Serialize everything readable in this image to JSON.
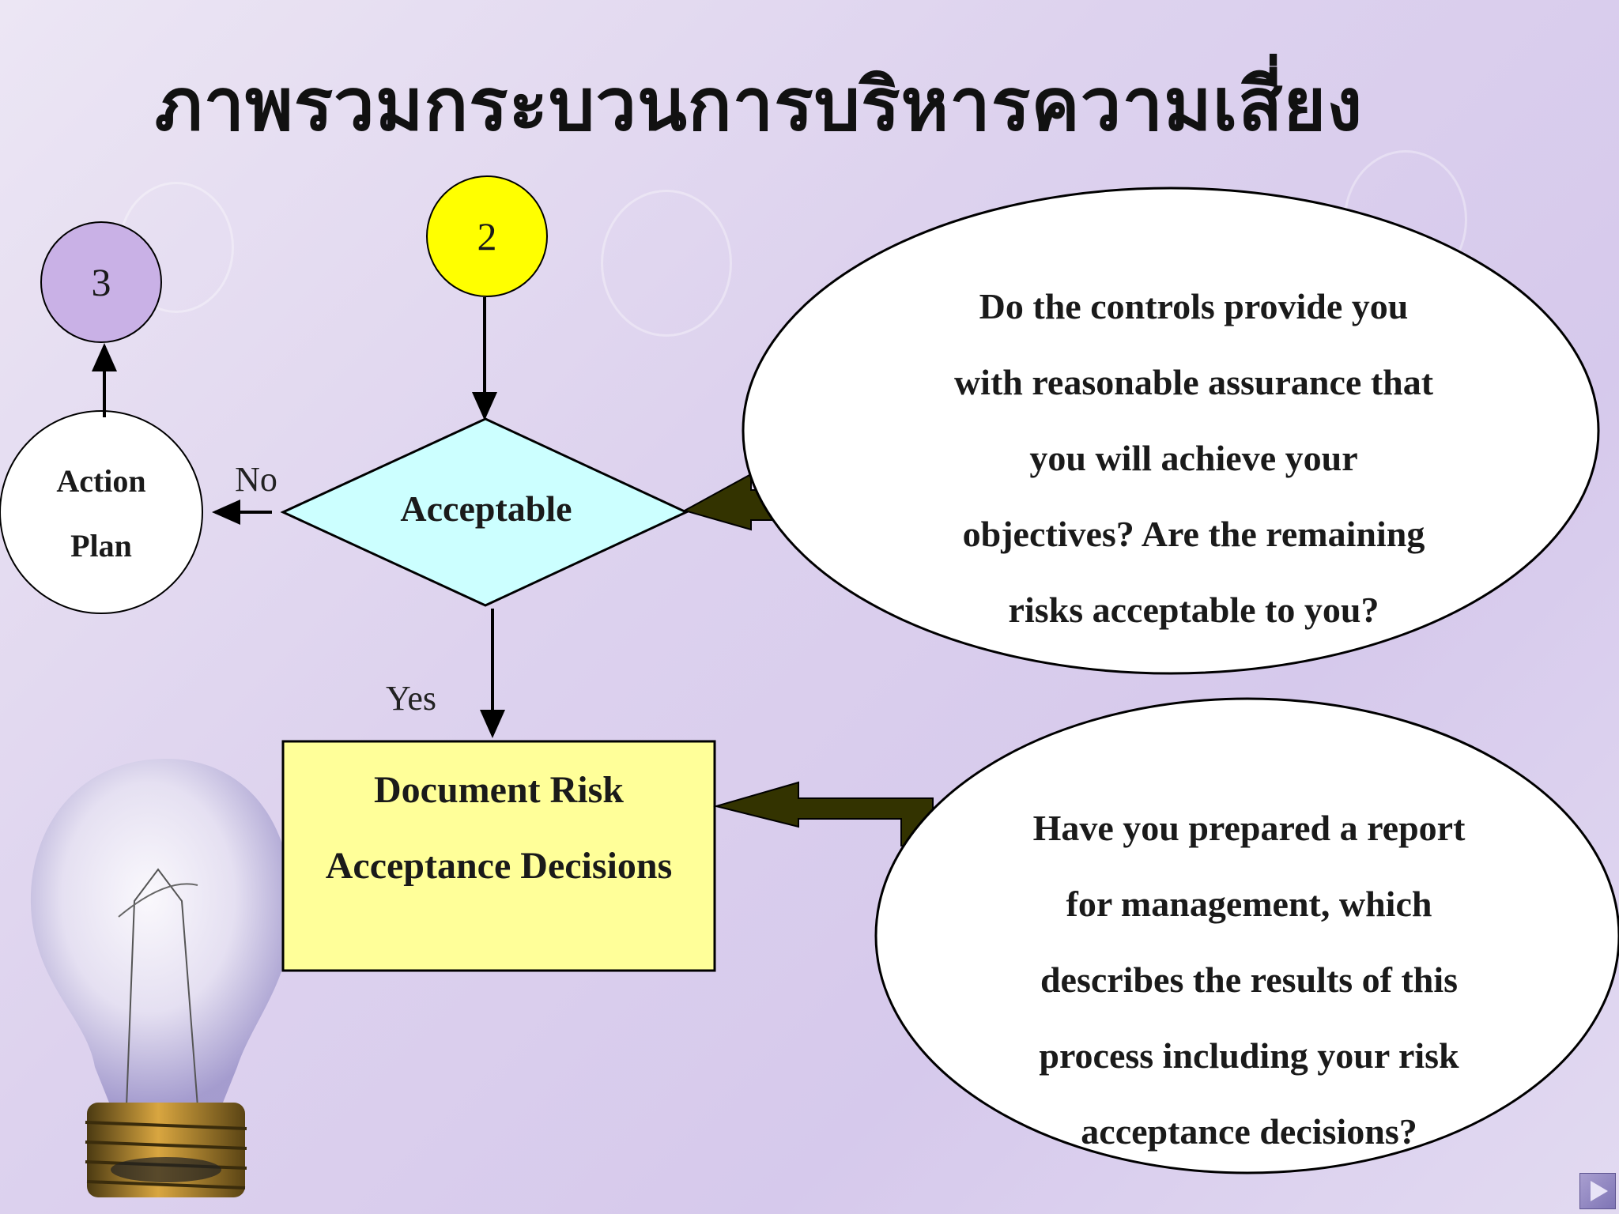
{
  "slide": {
    "title": "ภาพรวมกระบวนการบริหารความเสี่ยง"
  },
  "nodes": {
    "connector_2": "2",
    "connector_3": "3",
    "action_plan": [
      "Action",
      "Plan"
    ],
    "decision": "Acceptable",
    "document_box": [
      "Document Risk",
      "Acceptance Decisions"
    ]
  },
  "edges": {
    "no_label": "No",
    "yes_label": "Yes"
  },
  "callouts": {
    "controls_question": [
      "Do the controls provide you",
      "with reasonable assurance that",
      "you will achieve your",
      "objectives? Are the remaining",
      "risks acceptable to you?"
    ],
    "report_question": [
      "Have you prepared a report",
      "for management, which",
      "describes the results of this",
      "process including your risk",
      "acceptance decisions?"
    ]
  },
  "colors": {
    "connector_2_fill": "#ffff00",
    "connector_3_fill": "#c9b1e6",
    "decision_fill": "#ccffff",
    "document_fill": "#ffff99",
    "callout_arrow": "#333300"
  },
  "icons": {
    "decoration": "light-bulb-icon",
    "navigation": "next-slide-arrow-icon"
  }
}
